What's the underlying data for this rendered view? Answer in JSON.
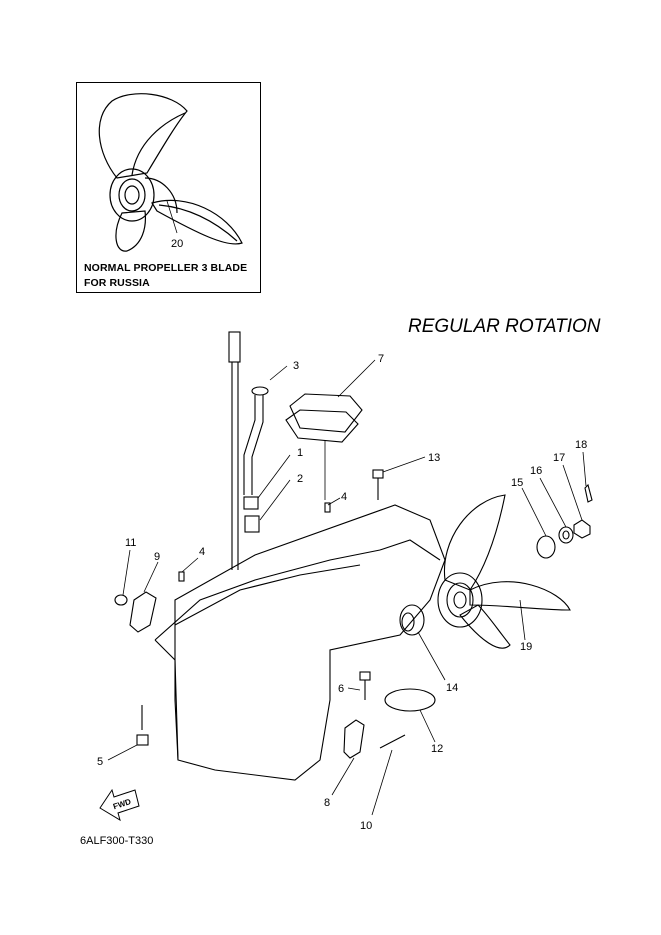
{
  "inset": {
    "part_number": "20",
    "caption_line1": "NORMAL PROPELLER 3 BLADE",
    "caption_line2": "FOR RUSSIA"
  },
  "rotation_label": "REGULAR ROTATION",
  "diagram_code": "6ALF300-T330",
  "fwd_label": "FWD",
  "callouts": {
    "c1": "1",
    "c2": "2",
    "c3": "3",
    "c4a": "4",
    "c4b": "4",
    "c5": "5",
    "c6": "6",
    "c7": "7",
    "c8": "8",
    "c9": "9",
    "c10": "10",
    "c11": "11",
    "c12": "12",
    "c13": "13",
    "c14": "14",
    "c15": "15",
    "c16": "16",
    "c17": "17",
    "c18": "18",
    "c19": "19"
  }
}
